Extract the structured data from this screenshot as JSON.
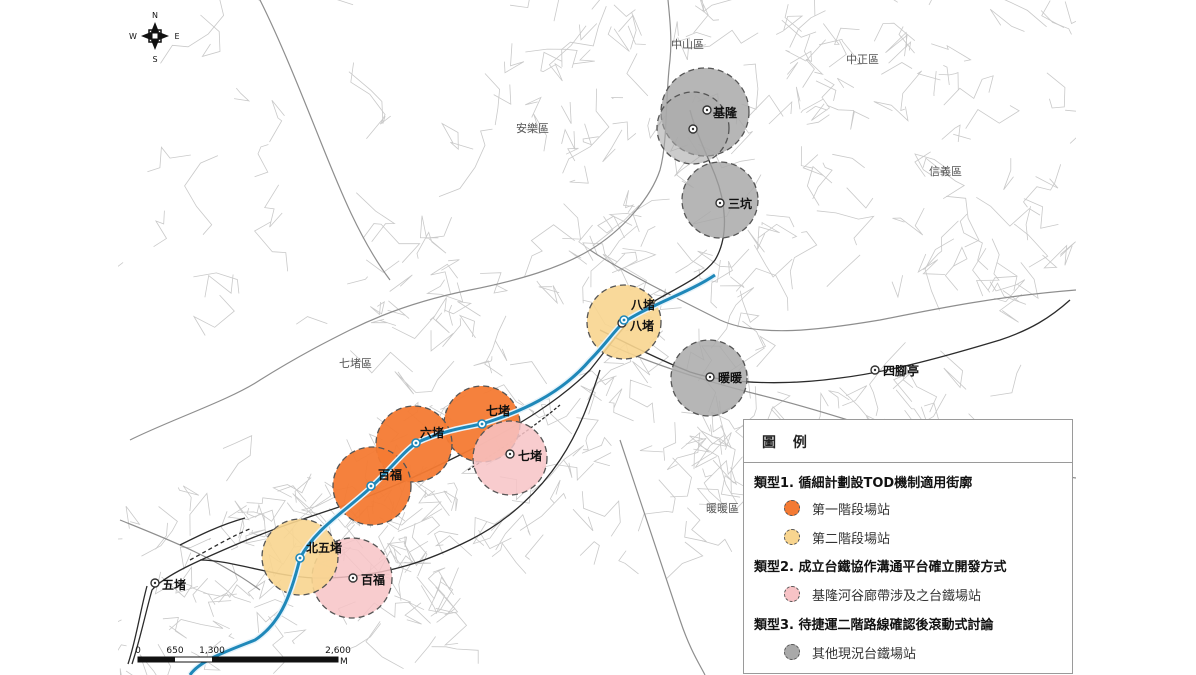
{
  "compass": {
    "n": "N",
    "s": "S",
    "e": "E",
    "w": "W"
  },
  "districts": {
    "zhongshan": "中山區",
    "zhongzheng": "中正區",
    "anle": "安樂區",
    "xinyi": "信義區",
    "qidu": "七堵區",
    "nuannuan": "暖暖區"
  },
  "stations": {
    "keelung": "基隆",
    "sankeng": "三坑",
    "badu_tra": "八堵",
    "badu_mrt": "八堵",
    "nuannuan": "暖暖",
    "sijiaoting": "四腳亭",
    "qidu_mrt": "七堵",
    "qidu_tra": "七堵",
    "liudu": "六堵",
    "baifu_mrt": "百福",
    "baifu_tra": "百福",
    "beiwudu": "北五堵",
    "wudu": "五堵"
  },
  "scalebar": {
    "t0": "0",
    "t1": "650",
    "t2": "1,300",
    "t3": "2,600",
    "unit": "M"
  },
  "legend": {
    "title": "圖 例",
    "type1": "類型1. 循細計劃設TOD機制適用街廓",
    "item1": "第一階段場站",
    "item2": "第二階段場站",
    "type2": "類型2. 成立台鐵協作溝通平台確立開發方式",
    "item3": "基隆河谷廊帶涉及之台鐵場站",
    "type3": "類型3. 待捷運二階路線確認後滾動式討論",
    "item4": "其他現況台鐵場站"
  },
  "colors": {
    "phase1": "#f47a33",
    "phase2": "#f8d58f",
    "valley_tra": "#f7c3c6",
    "other_tra": "#a9a9a9",
    "mrt_line": "#1f88b9"
  }
}
